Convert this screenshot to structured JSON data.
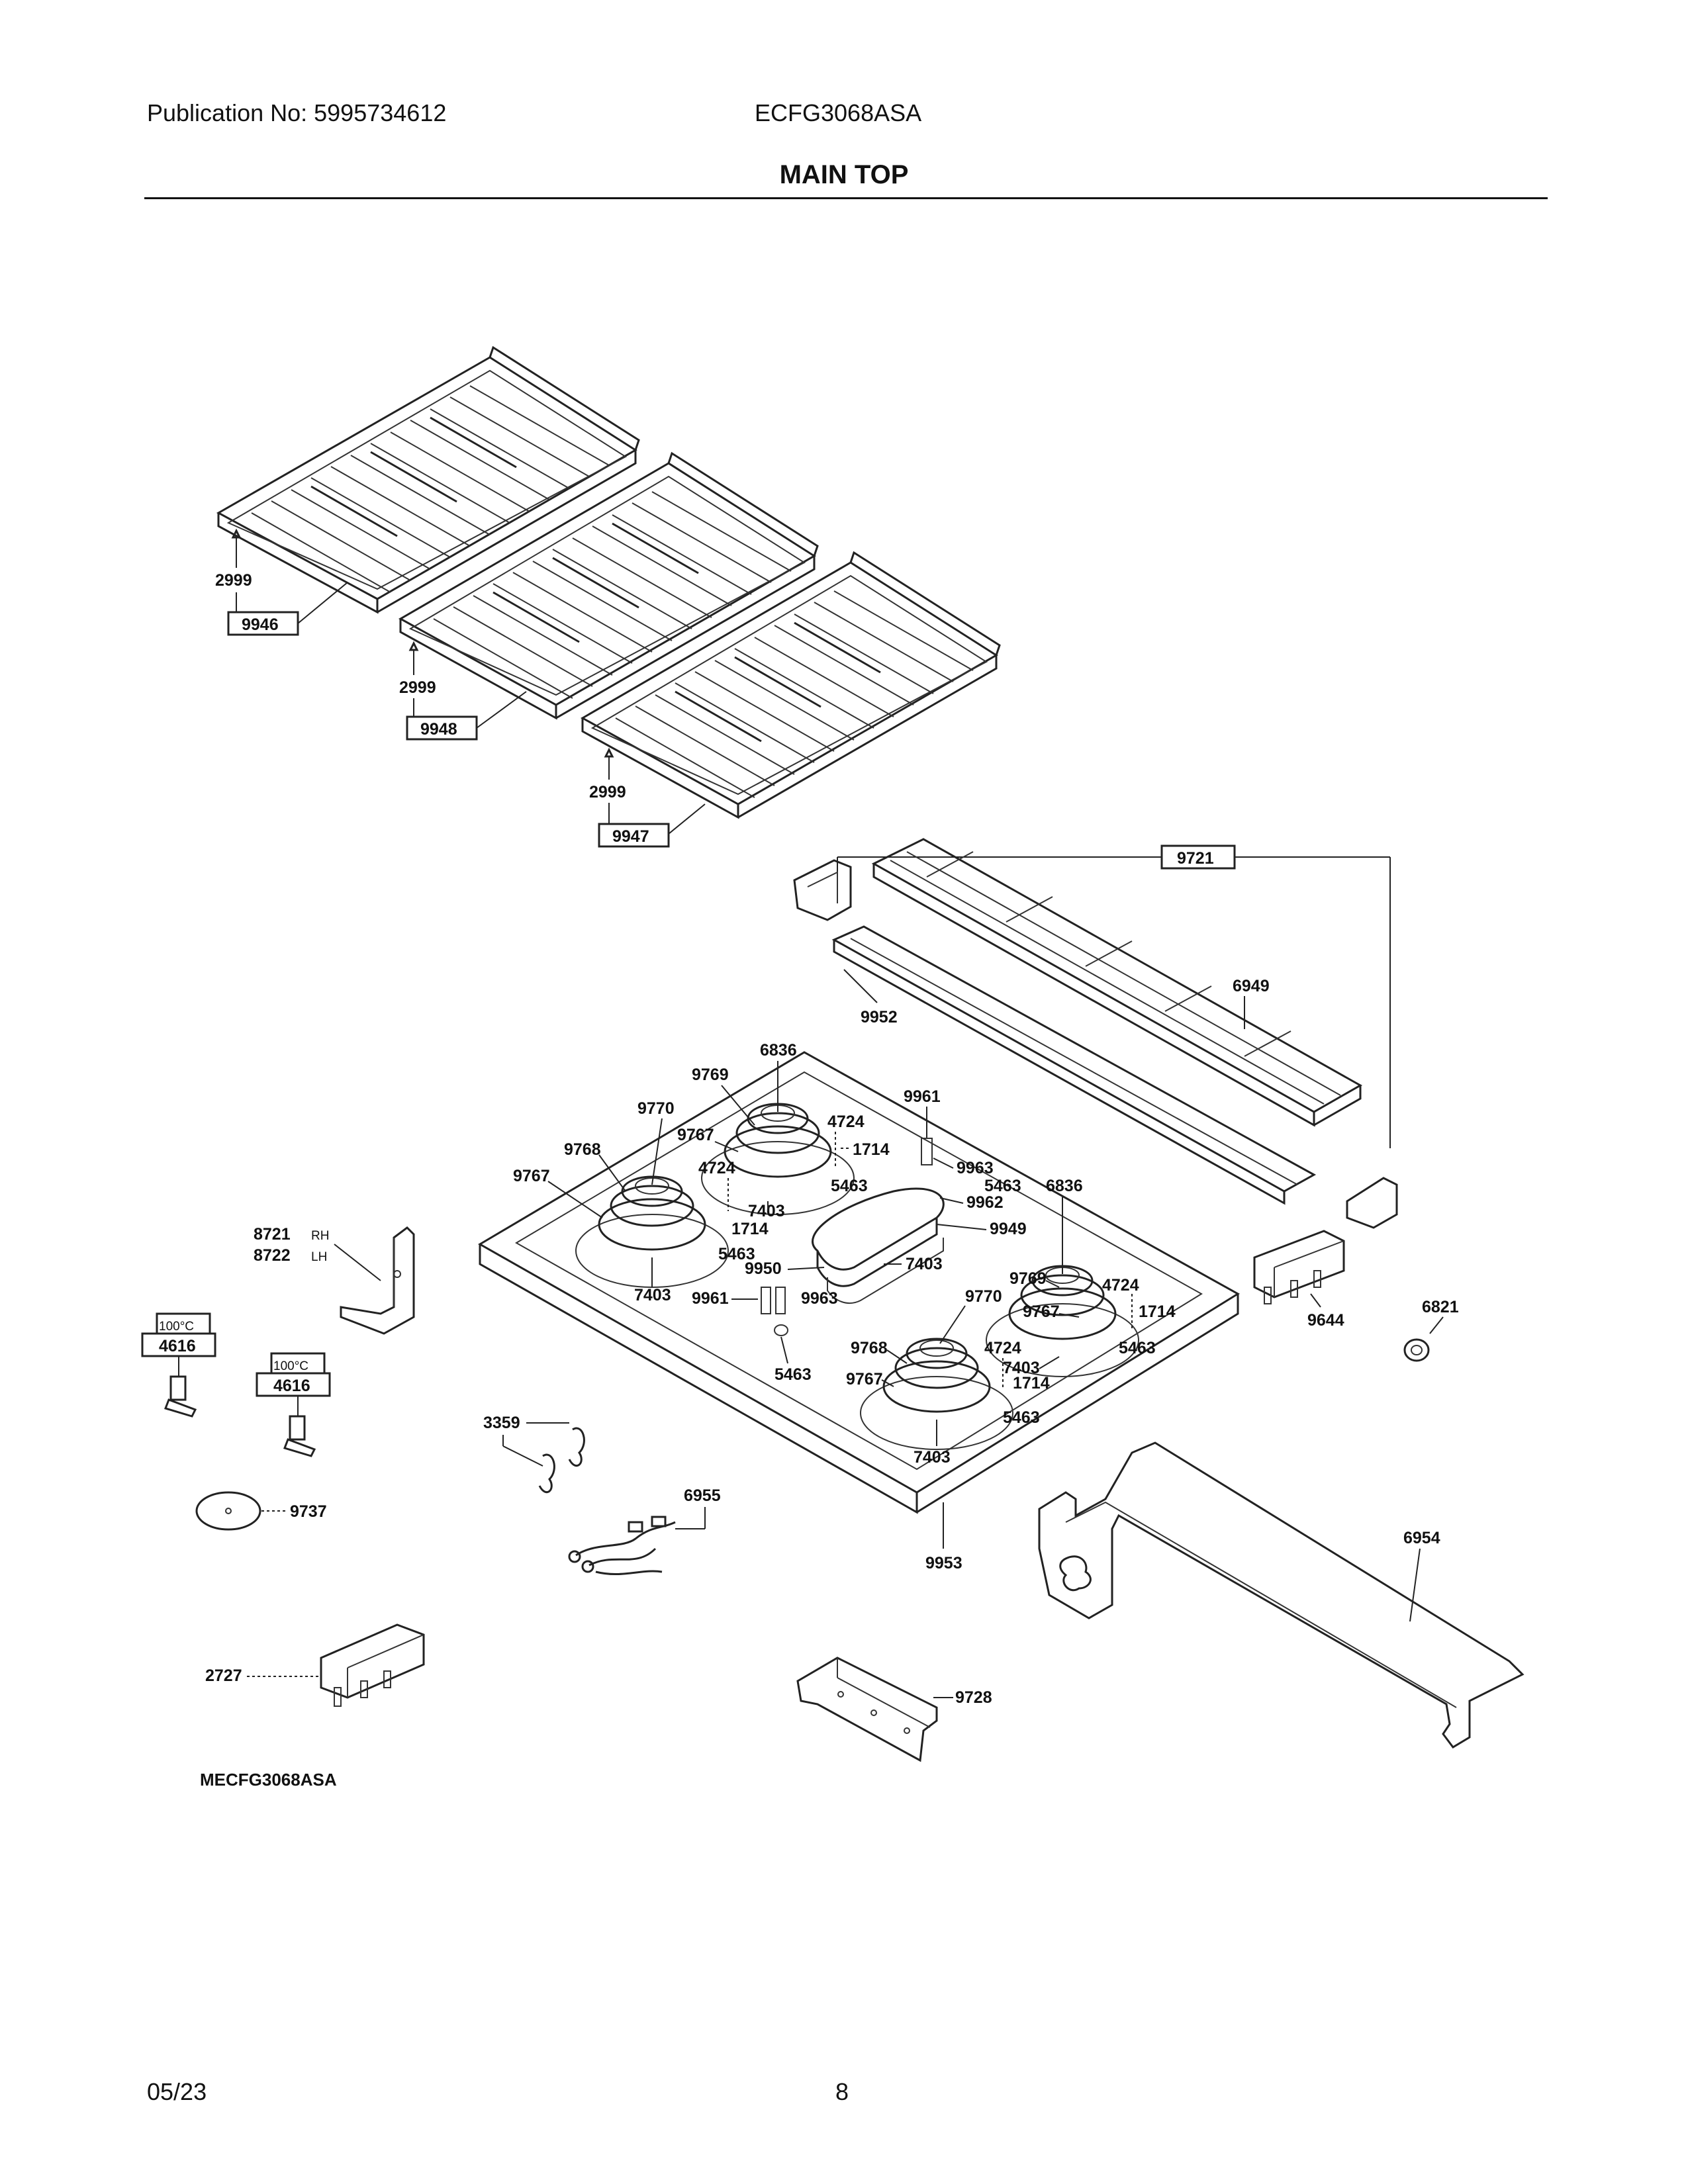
{
  "header": {
    "publication": "Publication No: 5995734612",
    "model": "ECFG3068ASA",
    "title": "MAIN TOP"
  },
  "diagram": {
    "code": "MECFG3068ASA",
    "labels": {
      "grate_left": "9946",
      "grate_mid": "9948",
      "grate_right": "9947",
      "foot1": "2999",
      "foot2": "2999",
      "foot3": "2999",
      "backguard_assy": "9721",
      "backguard": "6949",
      "trim": "9952",
      "cap_back": "6836",
      "cap_right": "6836",
      "head_back": "9769",
      "head_left": "9770",
      "head_right": "9769",
      "head_front": "9770",
      "base_left": "9768",
      "base_front": "9768",
      "ring_left": "9767",
      "ring_back": "9767",
      "ring_right": "9767",
      "ring_front": "9767",
      "spark_back": "4724",
      "spark_left": "4724",
      "spark_right": "4724",
      "spark_front": "4724",
      "screw_back": "1714",
      "screw_left": "1714",
      "screw_right": "1714",
      "screw_front": "1714",
      "washer_back": "5463",
      "washer_left": "5463",
      "washer_right": "5463",
      "washer_front": "5463",
      "washer_center": "5463",
      "washer_top": "5463",
      "orifice_back": "7403",
      "orifice_left": "7403",
      "orifice_right": "7403",
      "orifice_front": "7403",
      "orifice_oval": "7403",
      "nozzle_top": "9961",
      "nozzle_center": "9961",
      "holder_top": "9963",
      "holder_center": "9963",
      "holder_mid": "9962",
      "oval_cap": "9949",
      "oval_base": "9950",
      "maintop": "9953",
      "bracket_rh": "8721",
      "bracket_lh": "8722",
      "rh": "RH",
      "lh": "LH",
      "limit_temp1": "100°C",
      "limit1": "4616",
      "limit_temp2": "100°C",
      "limit2": "4616",
      "shield": "9737",
      "module": "2727",
      "clips": "3359",
      "harness": "6955",
      "switch_block": "9644",
      "grommet": "6821",
      "rear_panel": "6954",
      "support": "9728"
    }
  },
  "footer": {
    "date": "05/23",
    "page": "8"
  }
}
